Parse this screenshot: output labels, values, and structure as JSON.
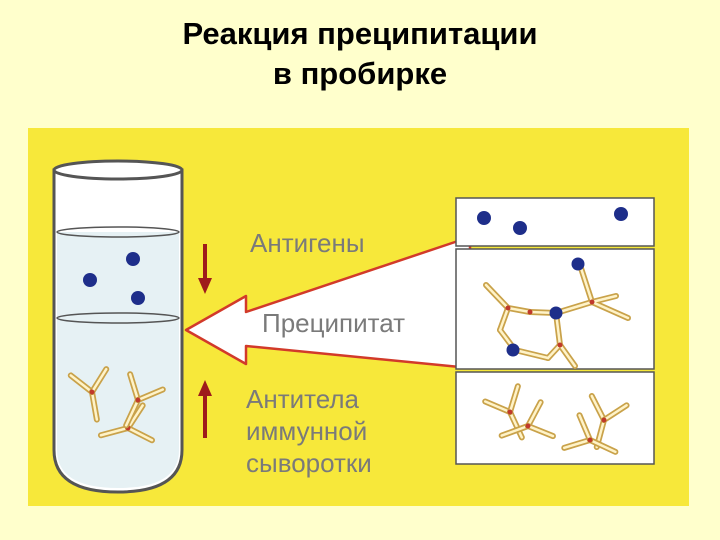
{
  "slide": {
    "title_line1": "Реакция преципитации",
    "title_line2": "в пробирке"
  },
  "diagram": {
    "labels": {
      "antigens": "Антигены",
      "precipitate": "Преципитат",
      "antibodies_line1": "Антитела",
      "antibodies_line2": "иммунной",
      "antibodies_line3": "сыворотки"
    },
    "colors": {
      "panel_background": "#F7E83A",
      "antigen": "#1E2E8A",
      "antibody_outline": "#C9A24A",
      "antibody_fill": "#FFF3C8",
      "antibody_hinge": "#C0392B",
      "arrow_outline": "#D23A2A",
      "arrow_fill": "#FFFFFF",
      "small_arrow": "#9E1B1B",
      "label_text": "#7A7A7A"
    }
  }
}
